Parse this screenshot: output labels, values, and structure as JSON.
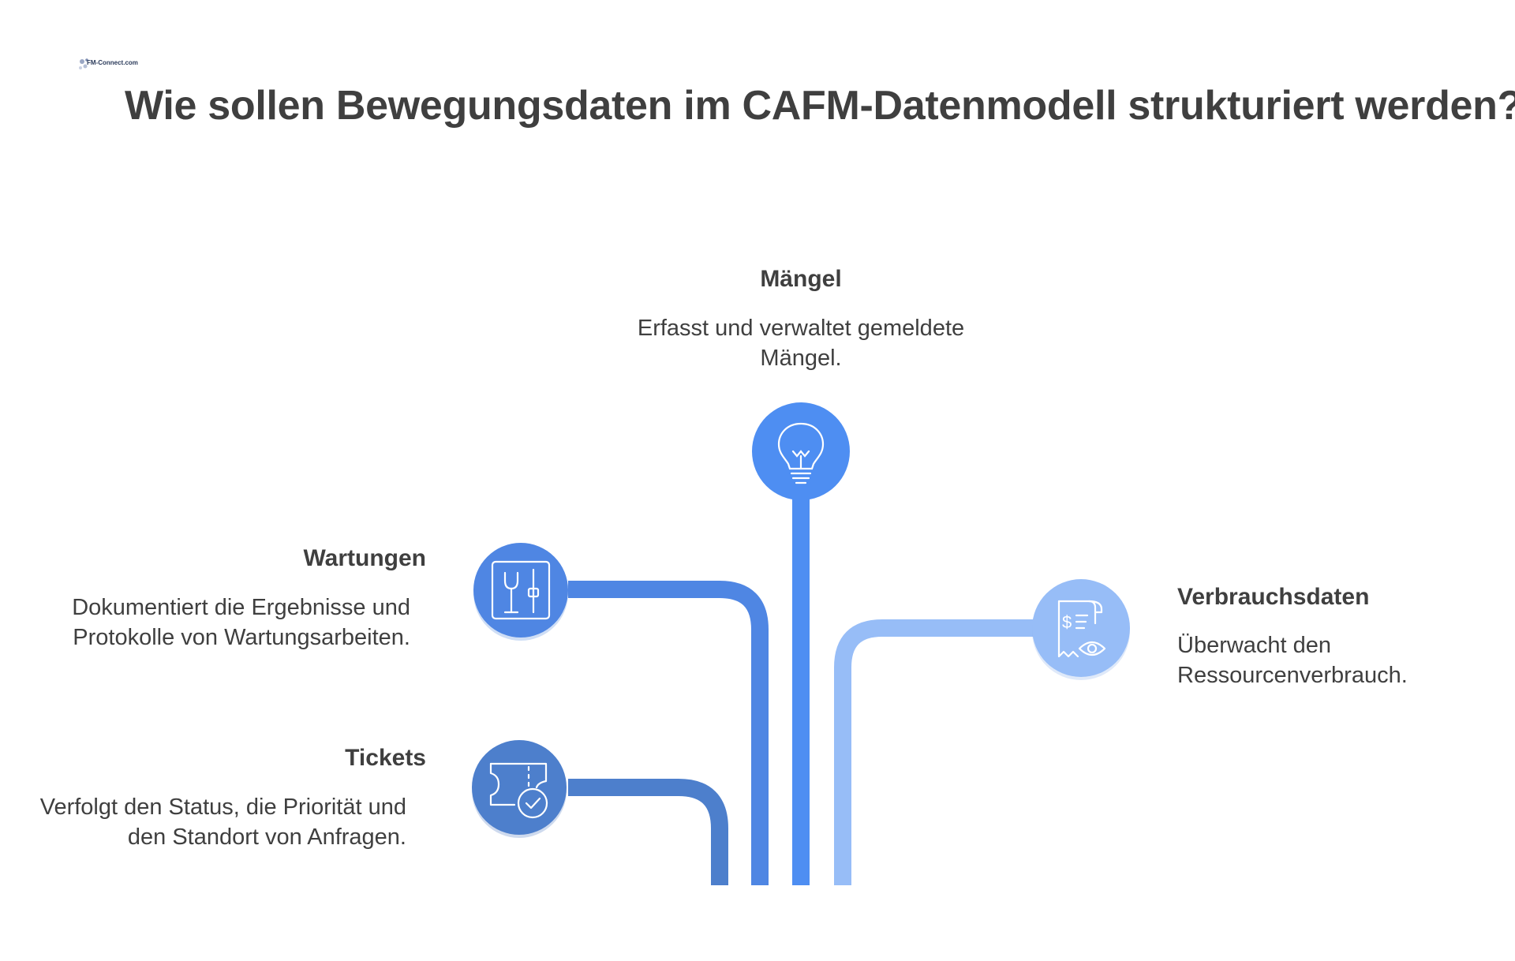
{
  "title": "Wie sollen Bewegungsdaten im CAFM-Datenmodell strukturiert werden?",
  "logo": {
    "text": "FM-Connect.com"
  },
  "colors": {
    "maengel": "#4e8ef2",
    "wartungen": "#4f86e3",
    "tickets": "#4d7fcc",
    "verbrauchsdaten": "#97bdf7"
  },
  "items": [
    {
      "key": "maengel",
      "heading": "Mängel",
      "description": "Erfasst und verwaltet gemeldete Mängel.",
      "icon": "lightbulb-icon"
    },
    {
      "key": "wartungen",
      "heading": "Wartungen",
      "description": "Dokumentiert die Ergebnisse und Protokolle von Wartungsarbeiten.",
      "icon": "tools-icon"
    },
    {
      "key": "tickets",
      "heading": "Tickets",
      "description": "Verfolgt den Status, die Priorität und den Standort von Anfragen.",
      "icon": "ticket-check-icon"
    },
    {
      "key": "verbrauchsdaten",
      "heading": "Verbrauchsdaten",
      "description": "Überwacht den Ressourcenverbrauch.",
      "icon": "receipt-eye-icon"
    }
  ]
}
